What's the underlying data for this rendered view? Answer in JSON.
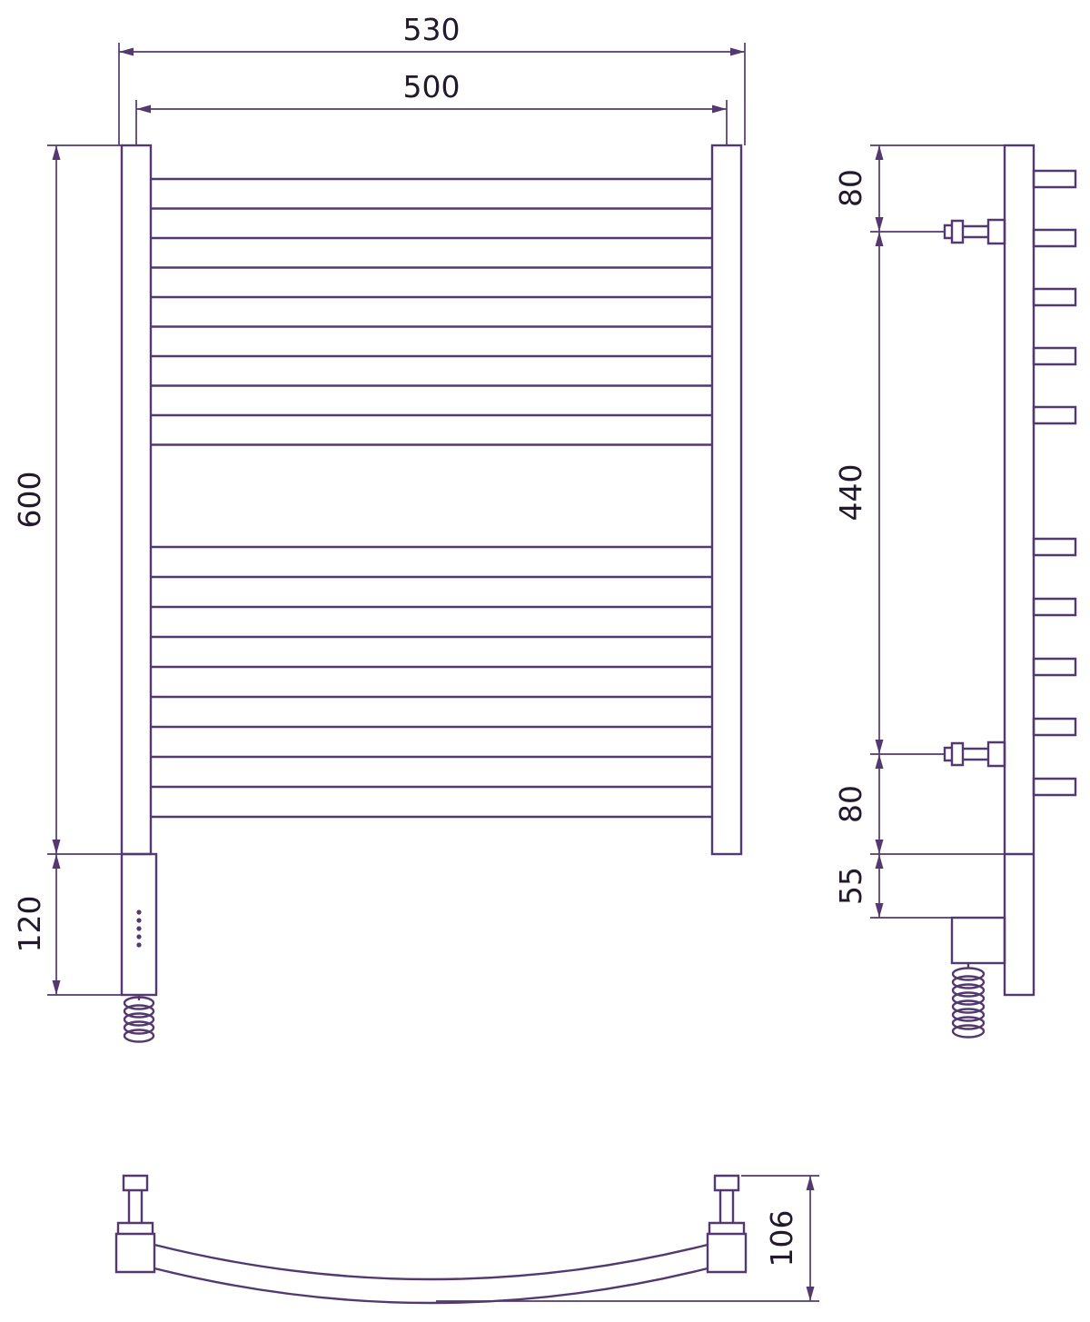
{
  "views": {
    "front": {
      "dimensions": {
        "overall_width": "530",
        "tube_center_width": "500",
        "body_height": "600",
        "lower_section_height": "120"
      },
      "rung_count_top_group": 10,
      "rung_count_bottom_group": 10
    },
    "side": {
      "dimensions": {
        "top_to_upper_bracket": "80",
        "bracket_spacing": "440",
        "lower_bracket_to_body_end": "80",
        "body_end_to_heater": "55"
      },
      "rung_stub_count": 10,
      "bracket_count": 2
    },
    "top": {
      "dimensions": {
        "depth": "106"
      }
    }
  },
  "colors": {
    "ink": "#53396f",
    "text": "#221a2c",
    "background": "#ffffff"
  }
}
